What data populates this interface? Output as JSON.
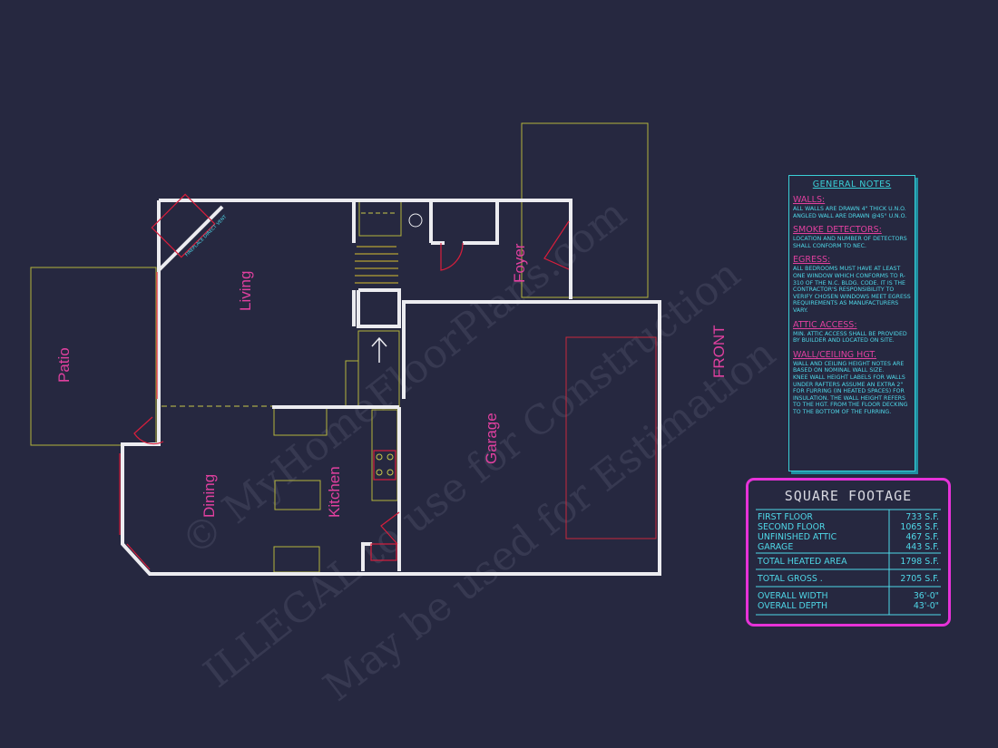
{
  "rooms": {
    "patio": "Patio",
    "living": "Living",
    "foyer": "Foyer",
    "garage": "Garage",
    "dining": "Dining",
    "kitchen": "Kitchen",
    "front": "FRONT",
    "fireplace": "FIREPLACE DIRECT VENT"
  },
  "watermark": {
    "line1": "© MyHomeFloorPlans.com",
    "line2": "ILLEGAL to use for Construction",
    "line3": "May be used for Estimation"
  },
  "general_notes": {
    "title": "GENERAL NOTES",
    "sections": [
      {
        "heading": "WALLS:",
        "text": "ALL WALLS ARE DRAWN 4\" THICK U.N.O.\nANGLED WALL ARE DRAWN @45° U.N.O."
      },
      {
        "heading": "SMOKE DETECTORS:",
        "text": "LOCATION AND NUMBER OF DETECTORS SHALL CONFORM TO NEC."
      },
      {
        "heading": "EGRESS:",
        "text": "ALL BEDROOMS MUST HAVE AT LEAST ONE WINDOW WHICH CONFORMS TO R-310 OF THE N.C. BLDG. CODE. IT IS THE CONTRACTOR'S RESPONSIBILITY TO VERIFY CHOSEN WINDOWS MEET EGRESS REQUIREMENTS AS MANUFACTURERS VARY."
      },
      {
        "heading": "ATTIC ACCESS:",
        "text": "MIN. ATTIC ACCESS SHALL BE PROVIDED BY BUILDER AND LOCATED ON SITE."
      },
      {
        "heading": "WALL/CEILING HGT.",
        "text": "WALL AND CEILING HEIGHT NOTES ARE BASED ON NOMINAL WALL SIZE.\nKNEE WALL HEIGHT LABELS FOR WALLS UNDER RAFTERS ASSUME AN EXTRA 2\" FOR FURRING (IN HEATED SPACES) FOR INSULATION. THE WALL HEIGHT REFERS TO THE HGT. FROM THE FLOOR DECKING TO THE BOTTOM OF THE FURRING."
      }
    ]
  },
  "square_footage": {
    "title": "SQUARE FOOTAGE",
    "rows": [
      {
        "label": "FIRST FLOOR",
        "value": "733 S.F."
      },
      {
        "label": "SECOND FLOOR",
        "value": "1065 S.F."
      },
      {
        "label": "UNFINISHED ATTIC",
        "value": "467 S.F."
      },
      {
        "label": "GARAGE",
        "value": "443 S.F."
      },
      {
        "label": "TOTAL HEATED AREA",
        "value": "1798 S.F."
      },
      {
        "label": "TOTAL GROSS .",
        "value": "2705 S.F."
      },
      {
        "label": "OVERALL WIDTH",
        "value": "36'-0\""
      },
      {
        "label": "OVERALL DEPTH",
        "value": "43'-0\""
      }
    ]
  },
  "colors": {
    "background": "#262840",
    "wall": "#ececf0",
    "door": "#d81e3c",
    "fixture": "#c8c84a",
    "label": "#e0409f",
    "notes": "#4fd8e8",
    "frame": "#e632d8"
  }
}
